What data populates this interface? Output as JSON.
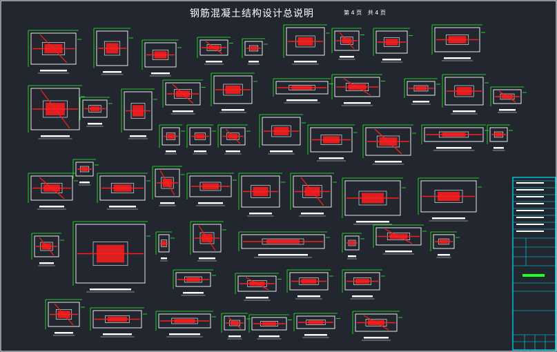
{
  "title": "钢筋混凝土结构设计总说明",
  "page": {
    "current_label": "第 4 页",
    "total_label": "共 4 页"
  },
  "colors": {
    "background": "#21262f",
    "rebar": "#ff1e1e",
    "dimension": "#22ff22",
    "outline": "#ffffff",
    "title_block": "#00e5ff",
    "highlight": "#22ff22"
  }
}
